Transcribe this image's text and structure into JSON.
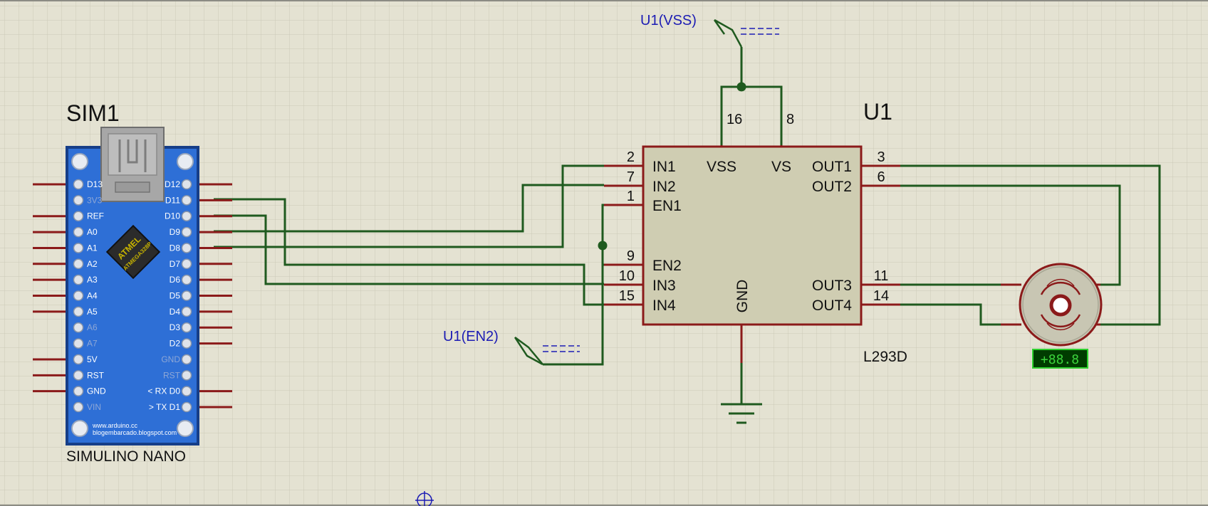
{
  "arduino": {
    "ref": "SIM1",
    "name": "SIMULINO NANO",
    "chip_brand": "ATMEL",
    "chip_model": "ATMEGA328P",
    "website_1": "www.arduino.cc",
    "website_2": "blogembarcado.blogspot.com",
    "left_pins": [
      {
        "label": "D13",
        "active": true
      },
      {
        "label": "3V3",
        "active": false
      },
      {
        "label": "REF",
        "active": true
      },
      {
        "label": "A0",
        "active": true
      },
      {
        "label": "A1",
        "active": true
      },
      {
        "label": "A2",
        "active": true
      },
      {
        "label": "A3",
        "active": true
      },
      {
        "label": "A4",
        "active": true
      },
      {
        "label": "A5",
        "active": true
      },
      {
        "label": "A6",
        "active": false
      },
      {
        "label": "A7",
        "active": false
      },
      {
        "label": "5V",
        "active": true
      },
      {
        "label": "RST",
        "active": true
      },
      {
        "label": "GND",
        "active": true
      },
      {
        "label": "VIN",
        "active": false
      }
    ],
    "right_pins": [
      {
        "label": "D12",
        "active": true
      },
      {
        "label": "D11",
        "active": true
      },
      {
        "label": "D10",
        "active": true
      },
      {
        "label": "D9",
        "active": true
      },
      {
        "label": "D8",
        "active": true
      },
      {
        "label": "D7",
        "active": true
      },
      {
        "label": "D6",
        "active": true
      },
      {
        "label": "D5",
        "active": true
      },
      {
        "label": "D4",
        "active": true
      },
      {
        "label": "D3",
        "active": true
      },
      {
        "label": "D2",
        "active": true
      },
      {
        "label": "GND",
        "active": false
      },
      {
        "label": "RST",
        "active": false
      },
      {
        "label": "< RX D0",
        "active": true
      },
      {
        "label": "> TX D1",
        "active": true
      }
    ]
  },
  "driver": {
    "ref": "U1",
    "part": "L293D",
    "top_pins": [
      {
        "name": "VSS",
        "num": "16"
      },
      {
        "name": "VS",
        "num": "8"
      }
    ],
    "left_pins": [
      {
        "name": "IN1",
        "num": "2"
      },
      {
        "name": "IN2",
        "num": "7"
      },
      {
        "name": "EN1",
        "num": "1"
      },
      {
        "name": "EN2",
        "num": "9"
      },
      {
        "name": "IN3",
        "num": "10"
      },
      {
        "name": "IN4",
        "num": "15"
      }
    ],
    "right_pins": [
      {
        "name": "OUT1",
        "num": "3"
      },
      {
        "name": "OUT2",
        "num": "6"
      },
      {
        "name": "OUT3",
        "num": "11"
      },
      {
        "name": "OUT4",
        "num": "14"
      }
    ],
    "bottom_pin": {
      "name": "GND"
    }
  },
  "terminals": [
    {
      "label": "U1(VSS)"
    },
    {
      "label": "U1(EN2)"
    }
  ],
  "motor": {
    "display": "+88.8"
  },
  "colors": {
    "sheet": "#e4e2d2",
    "grid": "#c9c7b6",
    "wire": "#1f5a1f",
    "pin": "#8b1a1a",
    "board": "#2e6fd6",
    "chip_body": "#cfcdb2",
    "terminal": "#1c1cb4"
  }
}
